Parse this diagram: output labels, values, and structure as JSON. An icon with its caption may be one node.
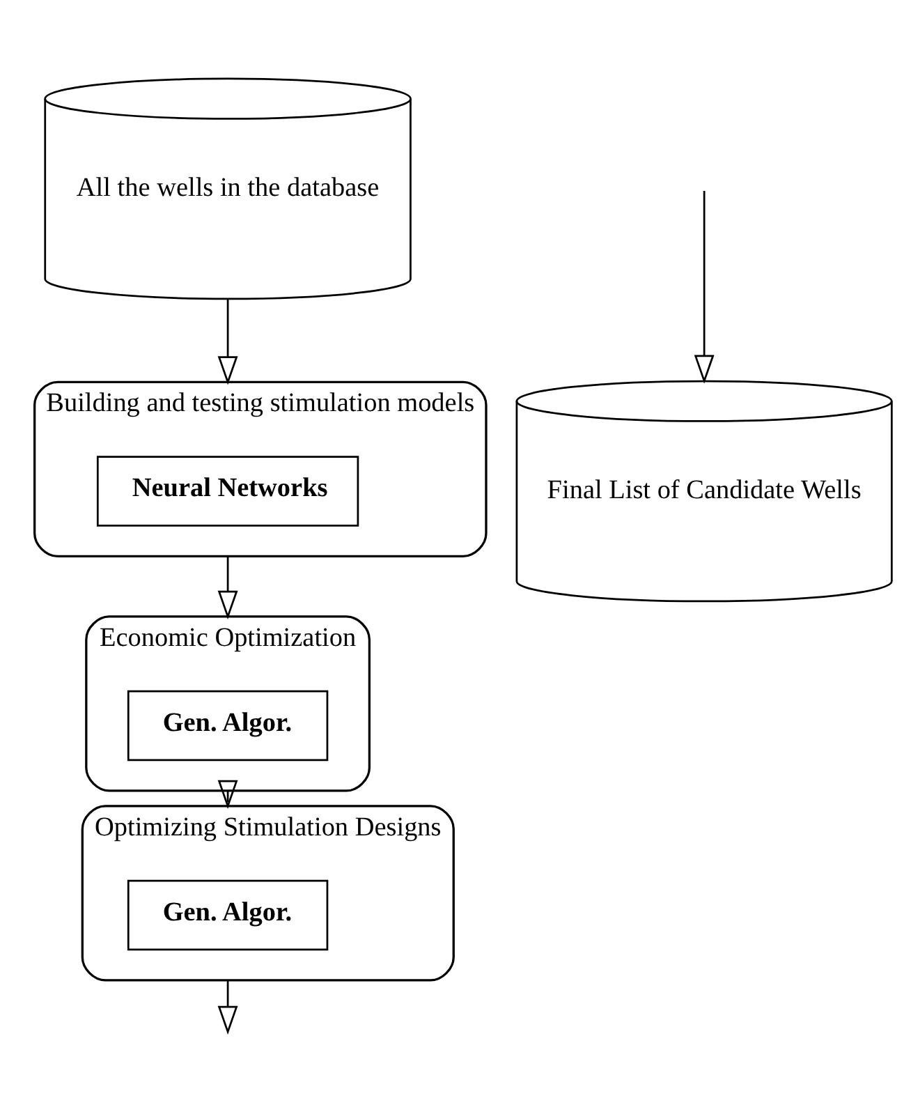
{
  "diagram": {
    "nodes": [
      {
        "text": [
          "All the wells in the database"
        ]
      },
      {
        "text": [
          "Building and testing stimulation models"
        ]
      },
      {
        "text": [
          "Neural Networks"
        ],
        "in": 1
      },
      {
        "text": [
          "Economic Optimization"
        ]
      },
      {
        "text": [
          "Gen. Algor."
        ],
        "in": 3
      },
      {
        "text": [
          "Optimizing Stimulation Designs"
        ]
      },
      {
        "text": [
          "Gen. Algor."
        ],
        "in": 5
      },
      {
        "text": [
          "Final List of Candidate Wells"
        ]
      }
    ],
    "edges": [
      {
        "from": 0,
        "to": 1,
        "arrow": "to"
      },
      {
        "from": 1,
        "to": 3,
        "arrow": "to"
      },
      {
        "from": 3,
        "to": 5,
        "arrow": "to"
      },
      {
        "from": 5,
        "to": null,
        "arrow": "to"
      },
      {
        "from": null,
        "to": 7,
        "arrow": "to"
      }
    ]
  }
}
